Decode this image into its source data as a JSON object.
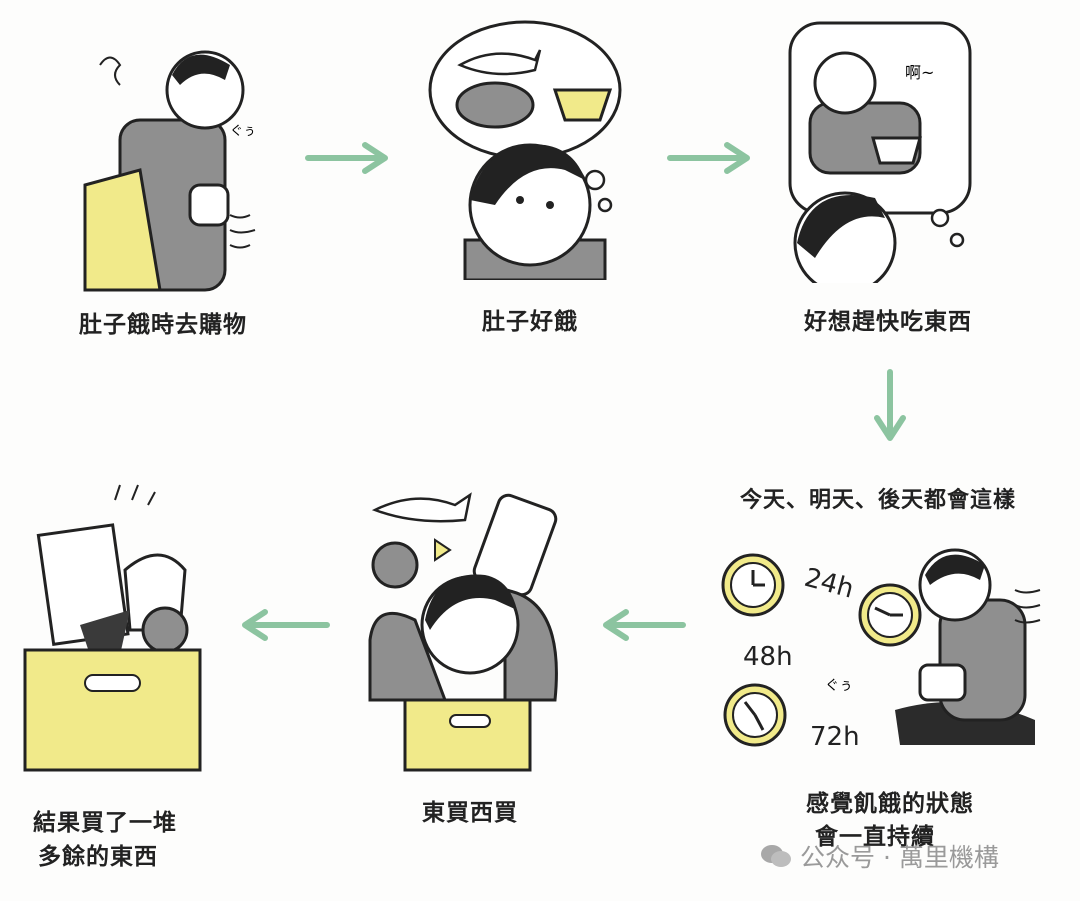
{
  "steps": [
    {
      "caption": "肚子餓時去購物"
    },
    {
      "caption": "肚子好餓"
    },
    {
      "caption": "好想趕快吃東西"
    },
    {
      "caption_top": "今天、明天、後天都會這樣",
      "caption_line1": "感覺飢餓的狀態",
      "caption_line2": "會一直持續"
    },
    {
      "caption": "東買西買"
    },
    {
      "caption_line1": "結果買了一堆",
      "caption_line2": "多餘的東西"
    }
  ],
  "annotations": {
    "hunger_sound": "ぐぅ",
    "eating_sound": "啊~",
    "hours": [
      "24h",
      "48h",
      "72h"
    ]
  },
  "watermark": {
    "text": "公众号 · 萬里機構"
  },
  "colors": {
    "arrow": "#8cc4a0",
    "yellow": "#f1ea8a",
    "gray": "#8f8f8f",
    "ink": "#222222"
  }
}
